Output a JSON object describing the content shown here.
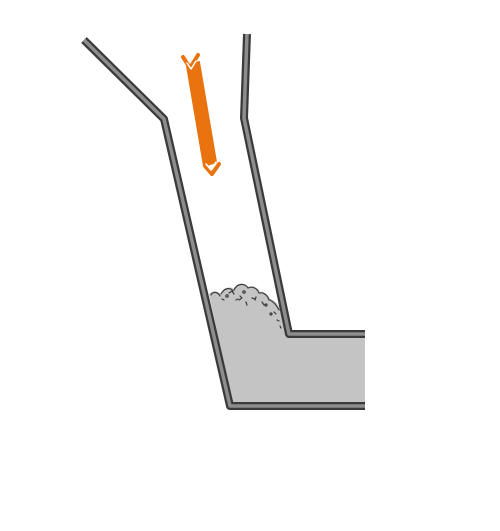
{
  "diagram": {
    "subject": "hopper-chute-with-fill",
    "colors": {
      "background": "#ffffff",
      "outline": "#3a3a3a",
      "wall_fill": "#8d8d8d",
      "material_fill": "#c4c4c4",
      "arrow": "#e8730f",
      "arrow_stroke": "#ffffff"
    },
    "icons": {
      "flow_arrow": "downward-flow-arrow",
      "material": "granular-material"
    }
  }
}
